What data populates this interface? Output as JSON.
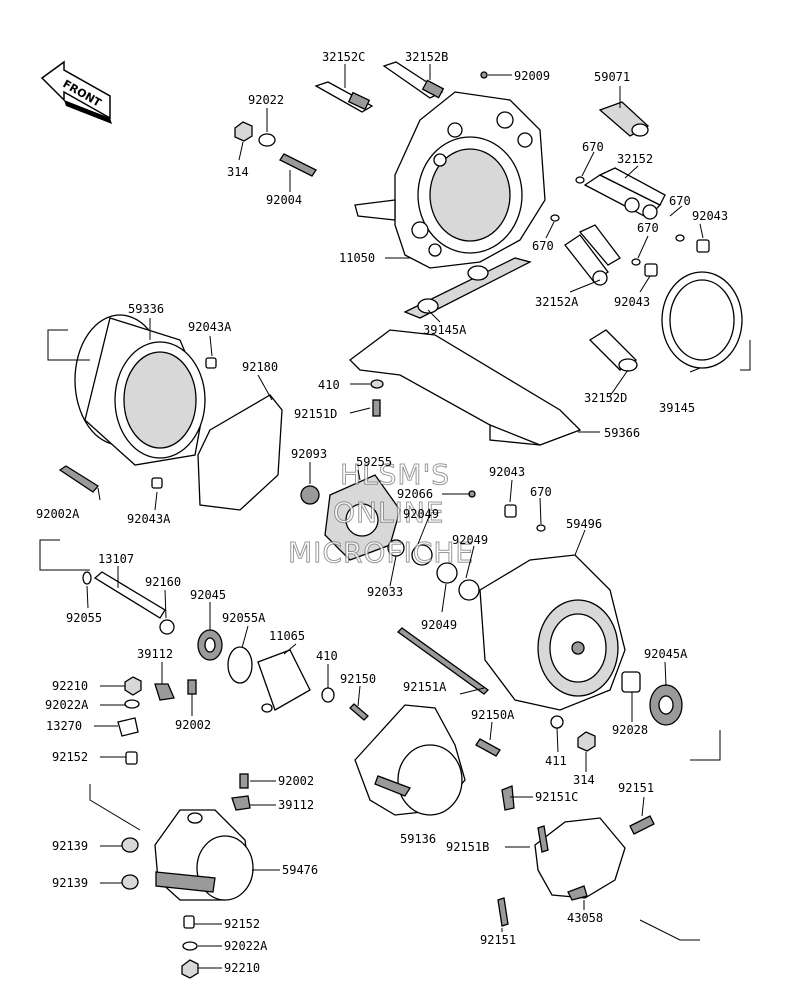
{
  "front_badge": "FRONT",
  "watermark": [
    "HLSM'S",
    "ONLINE",
    "MICROFICHE"
  ],
  "parts": {
    "p32152C": "32152C",
    "p32152B": "32152B",
    "p92009": "92009",
    "p59071": "59071",
    "p92022": "92022",
    "p314a": "314",
    "p92004": "92004",
    "p670a": "670",
    "p32152": "32152",
    "p670b": "670",
    "p92043a": "92043",
    "p670c": "670",
    "p670d": "670",
    "p11050": "11050",
    "p32152A": "32152A",
    "p92043b": "92043",
    "p59336": "59336",
    "p92043A_1": "92043A",
    "p39145A": "39145A",
    "p92180": "92180",
    "p410a": "410",
    "p32152D": "32152D",
    "p39145": "39145",
    "p92151D": "92151D",
    "p59366": "59366",
    "p92093": "92093",
    "p59255": "59255",
    "p92043c": "92043",
    "p92066": "92066",
    "p670e": "670",
    "p92049a": "92049",
    "p92002A": "92002A",
    "p92043A_2": "92043A",
    "p59496": "59496",
    "p92049b": "92049",
    "p13107": "13107",
    "p92160": "92160",
    "p92033": "92033",
    "p92055": "92055",
    "p92045": "92045",
    "p92049c": "92049",
    "p92055A": "92055A",
    "p11065": "11065",
    "p39112a": "39112",
    "p410b": "410",
    "p92045A": "92045A",
    "p92210a": "92210",
    "p92150": "92150",
    "p92151A": "92151A",
    "p92022A_1": "92022A",
    "p92002a": "92002",
    "p13270": "13270",
    "p92150A": "92150A",
    "p92028": "92028",
    "p411": "411",
    "p314b": "314",
    "p92152a": "92152",
    "p92002b": "92002",
    "p92151a": "92151",
    "p92151C": "92151C",
    "p39112b": "39112",
    "p92139a": "92139",
    "p59136": "59136",
    "p92151B": "92151B",
    "p59476": "59476",
    "p92139b": "92139",
    "p43058": "43058",
    "p92152b": "92152",
    "p92151b": "92151",
    "p92022A_2": "92022A",
    "p92210b": "92210"
  }
}
